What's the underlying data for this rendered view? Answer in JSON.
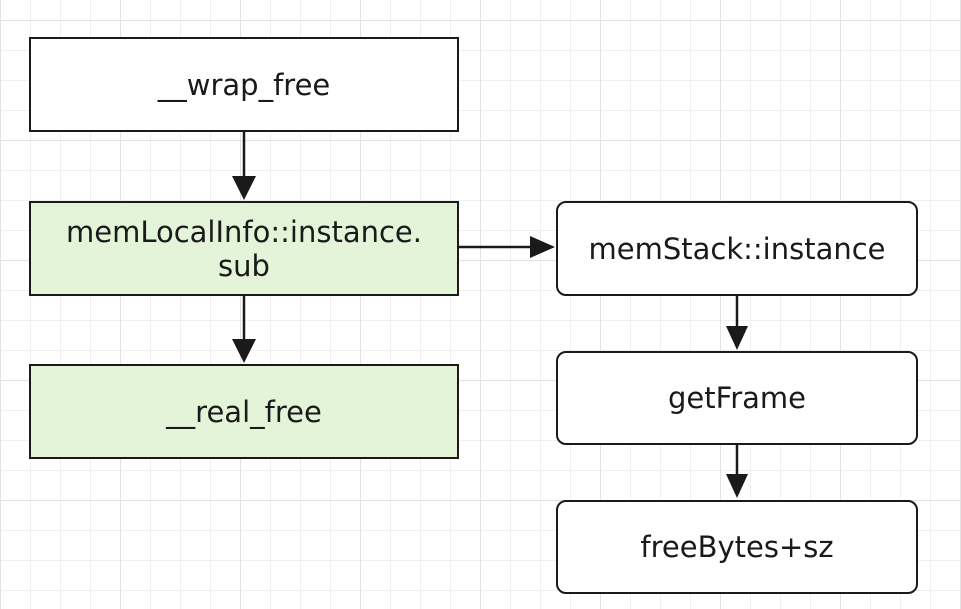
{
  "nodes": {
    "wrap_free": "__wrap_free",
    "mem_local_info_sub": "memLocalInfo::instance.\nsub",
    "real_free": "__real_free",
    "mem_stack_instance": "memStack::instance",
    "get_frame": "getFrame",
    "free_bytes_sz": "freeBytes+sz"
  },
  "edges": [
    {
      "from": "wrap_free",
      "to": "mem_local_info_sub"
    },
    {
      "from": "mem_local_info_sub",
      "to": "real_free"
    },
    {
      "from": "mem_local_info_sub",
      "to": "mem_stack_instance"
    },
    {
      "from": "mem_stack_instance",
      "to": "get_frame"
    },
    {
      "from": "get_frame",
      "to": "free_bytes_sz"
    }
  ],
  "colors": {
    "stroke": "#1a1a1a",
    "highlight_fill": "#e3f4d9",
    "default_fill": "#ffffff",
    "grid": "#e3e3e3"
  }
}
